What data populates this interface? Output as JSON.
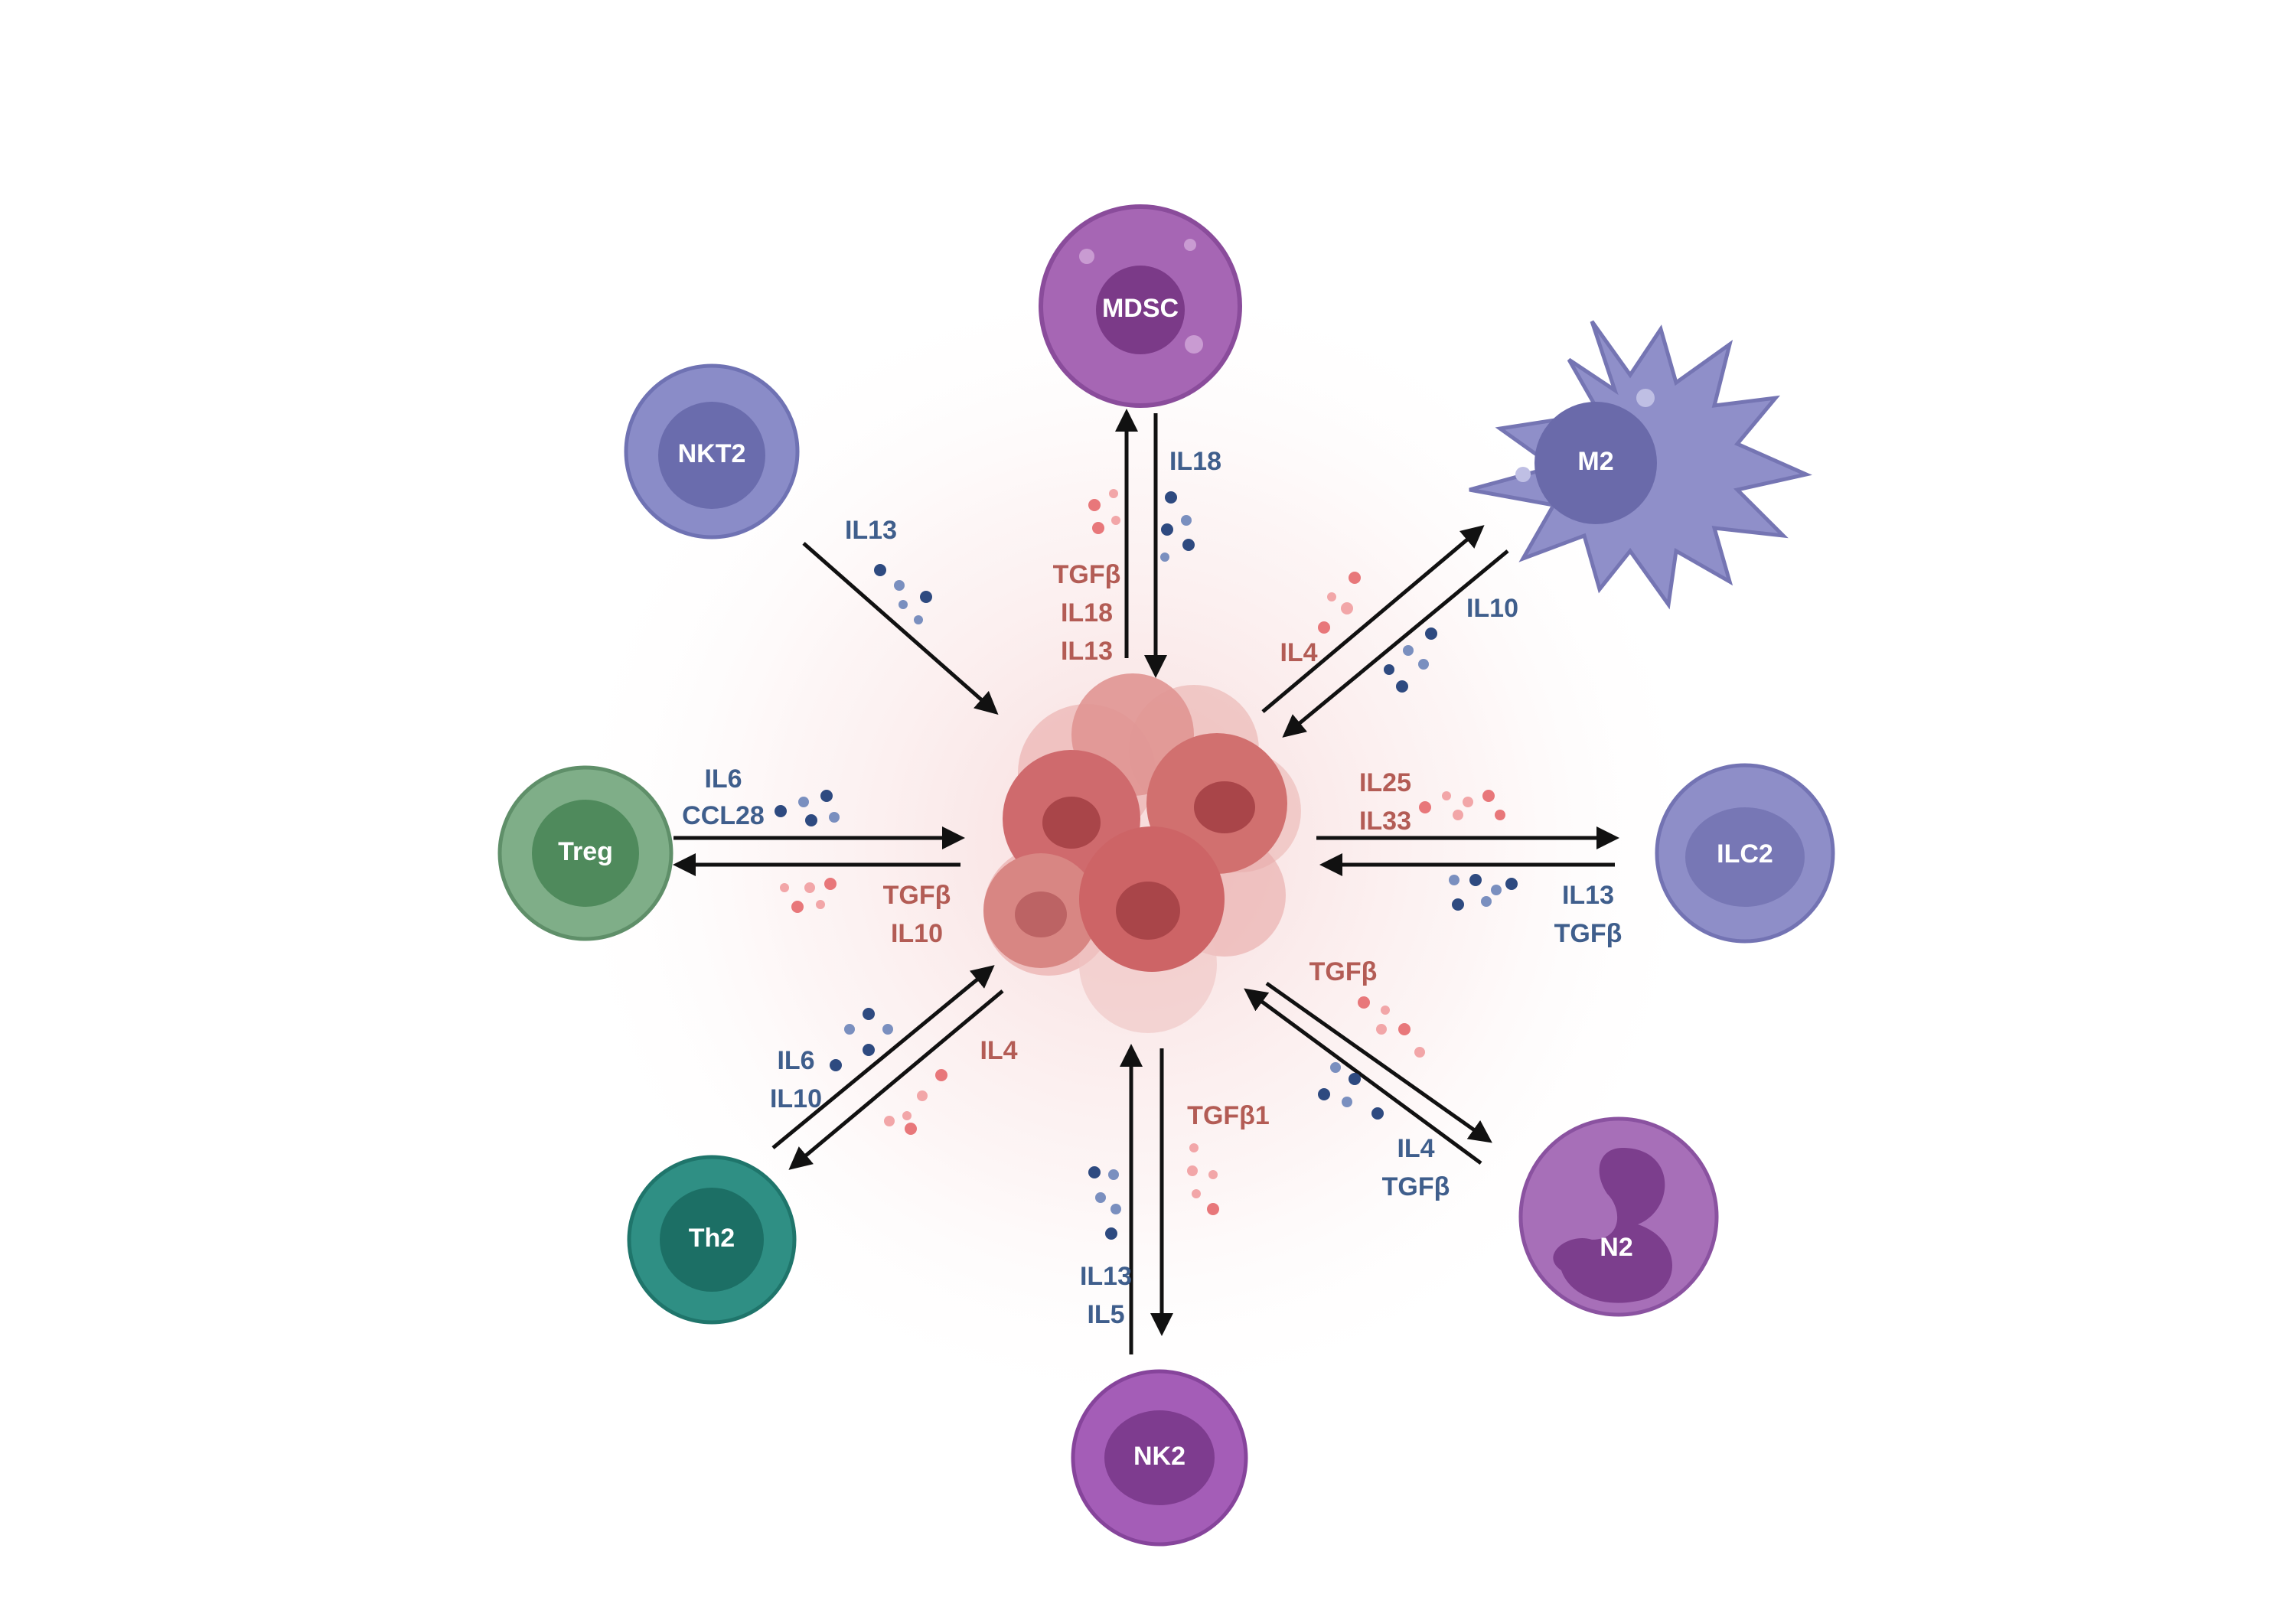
{
  "colors": {
    "blue_text": "#3f5e8c",
    "red_text": "#b35c55",
    "blue_dot": "#2e4a80",
    "red_dot": "#e8777a",
    "arrow": "#111111",
    "tumor": "#c9575f"
  },
  "cells": {
    "mdsc": "MDSC",
    "m2": "M2",
    "nkt2": "NKT2",
    "treg": "Treg",
    "ilc2": "ILC2",
    "th2": "Th2",
    "n2": "N2",
    "nk2": "NK2"
  },
  "cytokines": {
    "mdsc_to_tumor": [
      "IL18"
    ],
    "tumor_to_mdsc": [
      "TGFβ",
      "IL18",
      "IL13"
    ],
    "nkt2_to_tumor": [
      "IL13"
    ],
    "m2_to_tumor": [
      "IL10"
    ],
    "tumor_to_m2": [
      "IL4"
    ],
    "treg_to_tumor": [
      "IL6",
      "CCL28"
    ],
    "tumor_to_treg": [
      "TGFβ",
      "IL10"
    ],
    "tumor_to_ilc2": [
      "IL25",
      "IL33"
    ],
    "ilc2_to_tumor": [
      "IL13",
      "TGFβ"
    ],
    "th2_to_tumor": [
      "IL6",
      "IL10"
    ],
    "tumor_to_th2": [
      "IL4"
    ],
    "tumor_to_n2": [
      "TGFβ"
    ],
    "n2_to_tumor": [
      "IL4",
      "TGFβ"
    ],
    "tumor_to_nk2": [
      "TGFβ1"
    ],
    "nk2_to_tumor": [
      "IL13",
      "IL5"
    ]
  }
}
